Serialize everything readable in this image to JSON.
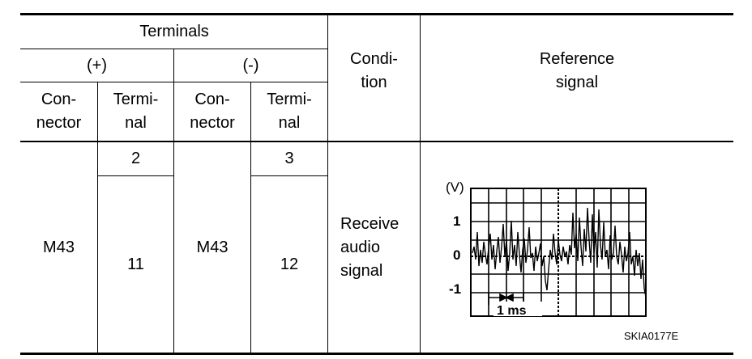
{
  "header": {
    "terminals": "Terminals",
    "plus": "(+)",
    "minus": "(-)",
    "connector": "Con-\nnector",
    "terminal": "Termi-\nnal",
    "condition": "Condi-\ntion",
    "reference": "Reference\nsignal"
  },
  "row": {
    "plus_connector": "M43",
    "plus_terminal_1": "2",
    "plus_terminal_2": "11",
    "minus_connector": "M43",
    "minus_terminal_1": "3",
    "minus_terminal_2": "12",
    "condition": "Receive\naudio\nsignal"
  },
  "waveform": {
    "unit": "(V)",
    "y_labels": [
      "1",
      "0",
      "-1"
    ],
    "time_scale": "1 ms",
    "figure_code": "SKIA0177E"
  }
}
